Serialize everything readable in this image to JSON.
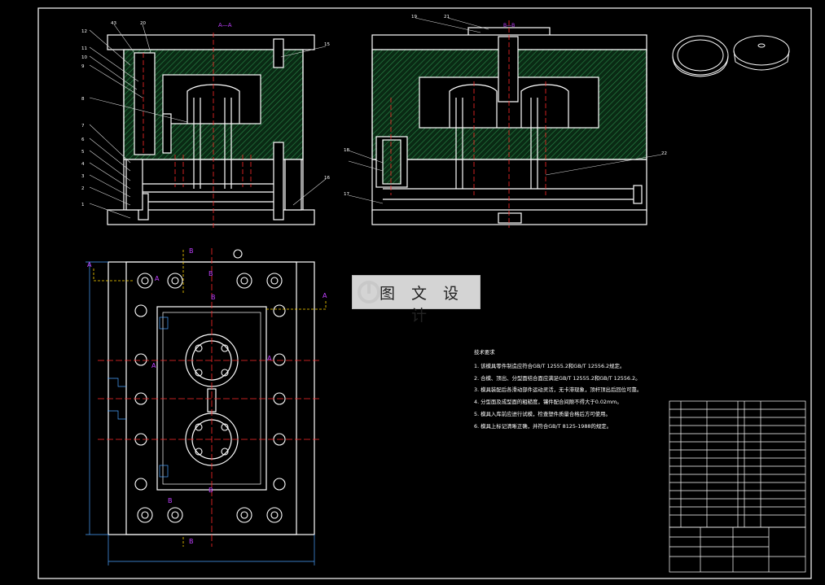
{
  "drawing": {
    "colors": {
      "background": "#000000",
      "outline": "#ffffff",
      "hatch": "#1f6e3a",
      "centerline": "#ff2a2a",
      "dimension": "#4aa3ff",
      "section_label": "#c040ff",
      "callout_line": "#d9d9d9",
      "watermark_bg": "#e6e6e6"
    },
    "section_title_left": "A—A",
    "section_title_right": "B—B",
    "section_markers_A": [
      "A",
      "A",
      "A",
      "A",
      "A"
    ],
    "section_markers_B": [
      "B",
      "B",
      "B",
      "B",
      "B",
      "B"
    ],
    "callouts_left": [
      "43",
      "20",
      "12",
      "11",
      "10",
      "9",
      "8",
      "7",
      "6",
      "5",
      "4",
      "3",
      "2",
      "1",
      "15",
      "16"
    ],
    "callouts_right": [
      "19",
      "21",
      "18",
      "17",
      "22"
    ]
  },
  "watermark": {
    "text": "图 文 设 计",
    "logo_icon": "tuwen-logo-icon"
  },
  "tech_notes": {
    "title": "技术要求",
    "items": [
      "1. 该模具零件制造应符合GB/T 12555.2和GB/T 12556.2规定。",
      "2. 合模、顶出、分型面结合面应满足GB/T 12555.2和GB/T 12556.2。",
      "3. 模具装配后各滑动部件运动灵活，无卡滞现象，顶杆顶出后回位可靠。",
      "4. 分型面及成型面的粗糙度，镶件配合间隙不得大于0.02mm。",
      "5. 模具入库前应进行试模，检查塑件质量合格后方可使用。",
      "6. 模具上标记清晰正确，并符合GB/T 8125-1988的规定。"
    ]
  }
}
